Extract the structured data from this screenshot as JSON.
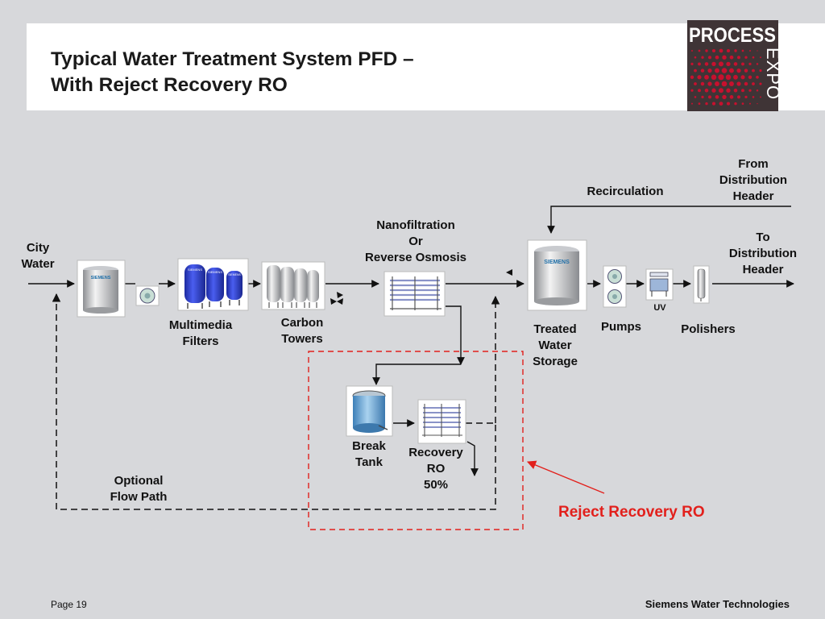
{
  "slide": {
    "title_line1": "Typical Water Treatment System PFD –",
    "title_line2": "With Reject Recovery RO",
    "logo": {
      "line1": "PROCESS",
      "line2": "EXPO"
    }
  },
  "diagram": {
    "city_water": [
      "City",
      "Water"
    ],
    "multimedia_filters": [
      "Multimedia",
      "Filters"
    ],
    "carbon_towers": [
      "Carbon",
      "Towers"
    ],
    "nanofiltration": [
      "Nanofiltration",
      "Or",
      "Reverse Osmosis"
    ],
    "treated_storage": [
      "Treated",
      "Water",
      "Storage"
    ],
    "pumps": "Pumps",
    "uv": "UV",
    "polishers": "Polishers",
    "recirculation": "Recirculation",
    "from_distribution": [
      "From",
      "Distribution",
      "Header"
    ],
    "to_distribution": [
      "To",
      "Distribution",
      "Header"
    ],
    "break_tank": [
      "Break",
      "Tank"
    ],
    "recovery_ro": [
      "Recovery",
      "RO",
      "50%"
    ],
    "optional_flow": [
      "Optional",
      "Flow Path"
    ],
    "reject_recovery": "Reject Recovery RO",
    "equipment_brand": "SIEMENS"
  },
  "footer": {
    "page": "Page 19",
    "company": "Siemens Water Technologies"
  },
  "colors": {
    "background": "#d7d8db",
    "reject_red": "#e2201c",
    "vessel_blue": "#2a3fc8",
    "logo_dark": "#3f3436",
    "logo_red": "#c8102e"
  }
}
